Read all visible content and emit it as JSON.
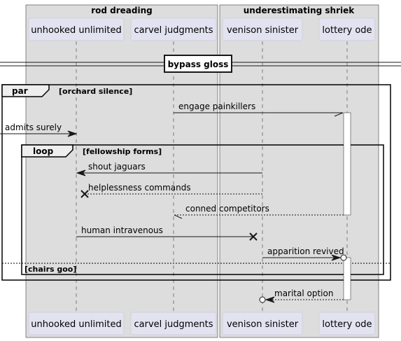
{
  "boxes": [
    {
      "label": "rod dreading"
    },
    {
      "label": "underestimating shriek"
    }
  ],
  "participants": [
    {
      "label": "unhooked unlimited"
    },
    {
      "label": "carvel judgments"
    },
    {
      "label": "venison sinister"
    },
    {
      "label": "lottery ode"
    }
  ],
  "divider": {
    "label": "bypass gloss"
  },
  "par_frame": {
    "keyword": "par",
    "condition": "[orchard silence]",
    "else_condition": "[chairs goo]"
  },
  "loop_frame": {
    "keyword": "loop",
    "condition": "[fellowship forms]"
  },
  "messages": [
    {
      "label": "engage painkillers",
      "from": "carvel judgments",
      "to": "lottery ode",
      "style": "solid",
      "head": "half-arrow"
    },
    {
      "label": "admits surely",
      "from": "[left edge]",
      "to": "unhooked unlimited",
      "style": "solid",
      "head": "arrow"
    },
    {
      "label": "shout jaguars",
      "from": "venison sinister",
      "to": "unhooked unlimited",
      "style": "solid",
      "head": "arrow"
    },
    {
      "label": "helplessness commands",
      "from": "venison sinister",
      "to": "unhooked unlimited",
      "style": "dashed",
      "head": "cross"
    },
    {
      "label": "conned competitors",
      "from": "lottery ode",
      "to": "carvel judgments",
      "style": "dashed",
      "head": "half-arrow"
    },
    {
      "label": "human intravenous",
      "from": "unhooked unlimited",
      "to": "venison sinister",
      "style": "solid",
      "head": "cross"
    },
    {
      "label": "apparition revived",
      "from": "venison sinister",
      "to": "lottery ode",
      "style": "solid",
      "head": "arrow-circle"
    },
    {
      "label": "marital option",
      "from": "lottery ode",
      "to": "venison sinister",
      "style": "dashed",
      "head": "arrow-circle"
    }
  ],
  "colors": {
    "box_fill": "#dddddd",
    "participant_fill": "#e2e2f0",
    "participant_border": "#bfbfd0",
    "line": "#181818",
    "frame_bg": "#ffffff"
  }
}
